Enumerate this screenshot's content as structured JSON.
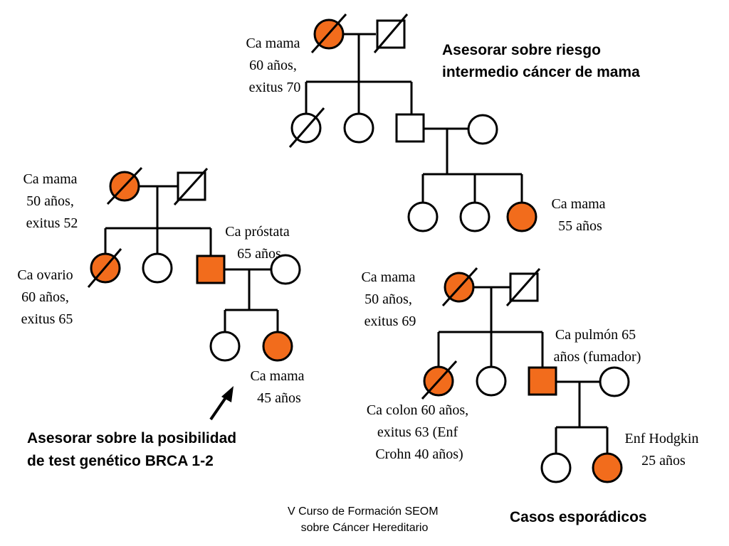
{
  "colors": {
    "affected": "#f26c1c",
    "unaffected": "#ffffff",
    "stroke": "#000000"
  },
  "pedigree_top": {
    "label_grandmother": [
      "Ca mama",
      "60 años,",
      "exitus 70"
    ],
    "label_affected": [
      "Ca mama",
      "55 años"
    ],
    "advice": [
      "Asesorar sobre riesgo",
      "intermedio cáncer de mama"
    ]
  },
  "pedigree_left": {
    "label_grandmother": [
      "Ca mama",
      "50 años,",
      "exitus 52"
    ],
    "label_aunt": [
      "Ca ovario",
      "60 años,",
      "exitus 65"
    ],
    "label_father": [
      "Ca próstata",
      "65 años"
    ],
    "label_proband": [
      "Ca mama",
      "45 años"
    ],
    "advice": [
      "Asesorar sobre la posibilidad",
      "de test genético BRCA 1-2"
    ]
  },
  "pedigree_right": {
    "label_grandmother": [
      "Ca mama",
      "50 años,",
      "exitus 69"
    ],
    "label_father": [
      "Ca pulmón 65",
      "años (fumador)"
    ],
    "label_aunt": [
      "Ca colon 60 años,",
      "exitus 63 (Enf",
      "Crohn 40 años)"
    ],
    "label_child": [
      "Enf Hodgkin",
      "25 años"
    ],
    "caption": "Casos esporádicos"
  },
  "footer": [
    "V Curso de Formación SEOM",
    "sobre Cáncer Hereditario"
  ]
}
